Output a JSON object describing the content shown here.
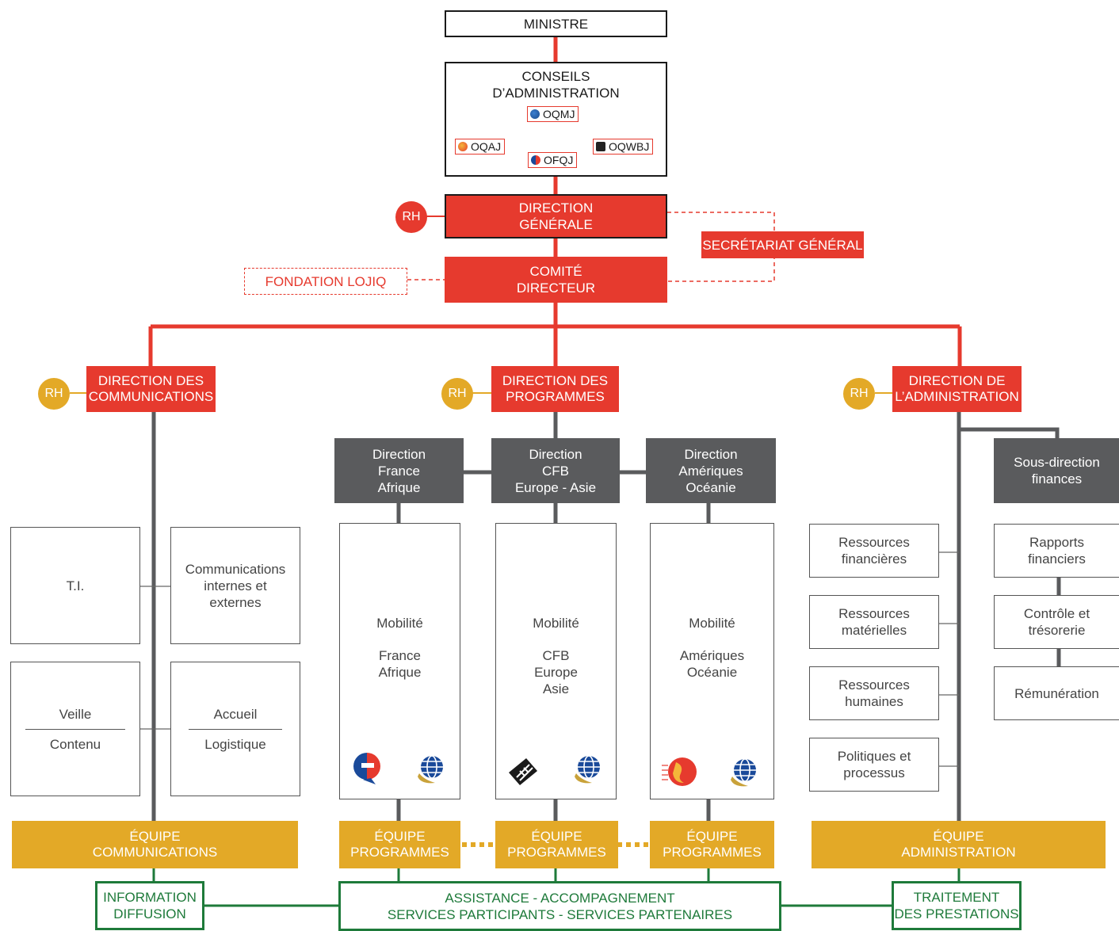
{
  "ministre": "MINISTRE",
  "conseils": {
    "title_line1": "CONSEILS",
    "title_line2": "D’ADMINISTRATION",
    "orgs": [
      "OQMJ",
      "OQAJ",
      "OFQJ",
      "OQWBJ"
    ]
  },
  "direction_generale": [
    "DIRECTION",
    "GÉNÉRALE"
  ],
  "comite_directeur": [
    "COMITÉ",
    "DIRECTEUR"
  ],
  "fondation": "FONDATION LOJIQ",
  "secretariat": "SECRÉTARIAT GÉNÉRAL",
  "rh_label": "RH",
  "directions": {
    "communications": [
      "DIRECTION DES",
      "COMMUNICATIONS"
    ],
    "programmes": [
      "DIRECTION DES",
      "PROGRAMMES"
    ],
    "administration": [
      "DIRECTION DE",
      "L’ADMINISTRATION"
    ]
  },
  "sub_directions": {
    "france_afrique": [
      "Direction",
      "France",
      "Afrique"
    ],
    "cfb": [
      "Direction",
      "CFB",
      "Europe - Asie"
    ],
    "ameriques": [
      "Direction",
      "Amériques",
      "Océanie"
    ],
    "finances": [
      "Sous-direction",
      "finances"
    ]
  },
  "communications_units": {
    "ti": "T.I.",
    "comm": [
      "Communications",
      "internes et",
      "externes"
    ],
    "veille": "Veille",
    "contenu": "Contenu",
    "accueil": "Accueil",
    "logistique": "Logistique"
  },
  "mobilite": {
    "label": "Mobilité",
    "france_afrique": [
      "France",
      "Afrique"
    ],
    "cfb": [
      "CFB",
      "Europe",
      "Asie"
    ],
    "ameriques": [
      "Amériques",
      "Océanie"
    ]
  },
  "admin_units": [
    [
      "Ressources",
      "financières"
    ],
    [
      "Ressources",
      "matérielles"
    ],
    [
      "Ressources",
      "humaines"
    ],
    [
      "Politiques et",
      "processus"
    ]
  ],
  "finance_units": [
    [
      "Rapports",
      "financiers"
    ],
    [
      "Contrôle et",
      "trésorerie"
    ],
    [
      "Rémunération"
    ]
  ],
  "equipes": {
    "communications": [
      "ÉQUIPE",
      "COMMUNICATIONS"
    ],
    "programmes": [
      "ÉQUIPE",
      "PROGRAMMES"
    ],
    "administration": [
      "ÉQUIPE",
      "ADMINISTRATION"
    ]
  },
  "services": {
    "information": [
      "INFORMATION",
      "DIFFUSION"
    ],
    "assistance": [
      "ASSISTANCE - ACCOMPAGNEMENT",
      "SERVICES PARTICIPANTS - SERVICES PARTENAIRES"
    ],
    "traitement": [
      "TRAITEMENT",
      "DES PRESTATIONS"
    ]
  },
  "colors": {
    "red": "#e63a2e",
    "gray": "#5a5b5d",
    "gold": "#e3a927",
    "green": "#1e7a3a",
    "black": "#1a1a1a"
  }
}
